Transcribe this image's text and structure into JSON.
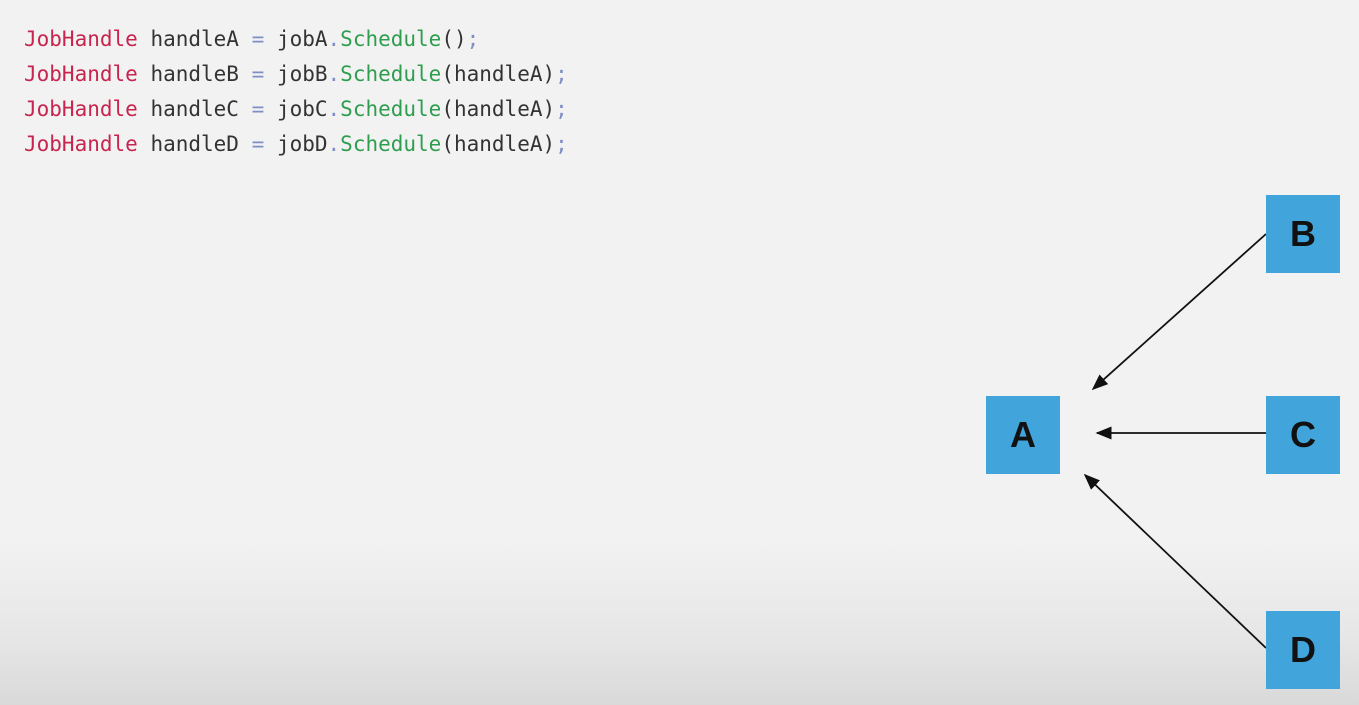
{
  "code": {
    "lines": [
      {
        "type": "JobHandle",
        "var": "handleA",
        "eq": "=",
        "obj": "jobA",
        "dot": ".",
        "method": "Schedule",
        "open": "(",
        "arg": "",
        "close": ")",
        "semi": ";"
      },
      {
        "type": "JobHandle",
        "var": "handleB",
        "eq": "=",
        "obj": "jobB",
        "dot": ".",
        "method": "Schedule",
        "open": "(",
        "arg": "handleA",
        "close": ")",
        "semi": ";"
      },
      {
        "type": "JobHandle",
        "var": "handleC",
        "eq": "=",
        "obj": "jobC",
        "dot": ".",
        "method": "Schedule",
        "open": "(",
        "arg": "handleA",
        "close": ")",
        "semi": ";"
      },
      {
        "type": "JobHandle",
        "var": "handleD",
        "eq": "=",
        "obj": "jobD",
        "dot": ".",
        "method": "Schedule",
        "open": "(",
        "arg": "handleA",
        "close": ")",
        "semi": ";"
      }
    ]
  },
  "diagram": {
    "nodes": {
      "A": {
        "label": "A"
      },
      "B": {
        "label": "B"
      },
      "C": {
        "label": "C"
      },
      "D": {
        "label": "D"
      }
    },
    "edges": [
      {
        "from": "B",
        "to": "A"
      },
      {
        "from": "C",
        "to": "A"
      },
      {
        "from": "D",
        "to": "A"
      }
    ]
  },
  "colors": {
    "node_fill": "#41a5dc",
    "node_text": "#111111",
    "edge": "#111111",
    "keyword": "#c7254e",
    "method": "#2e9e4e",
    "operator": "#7f8fc4",
    "identifier": "#333333"
  }
}
